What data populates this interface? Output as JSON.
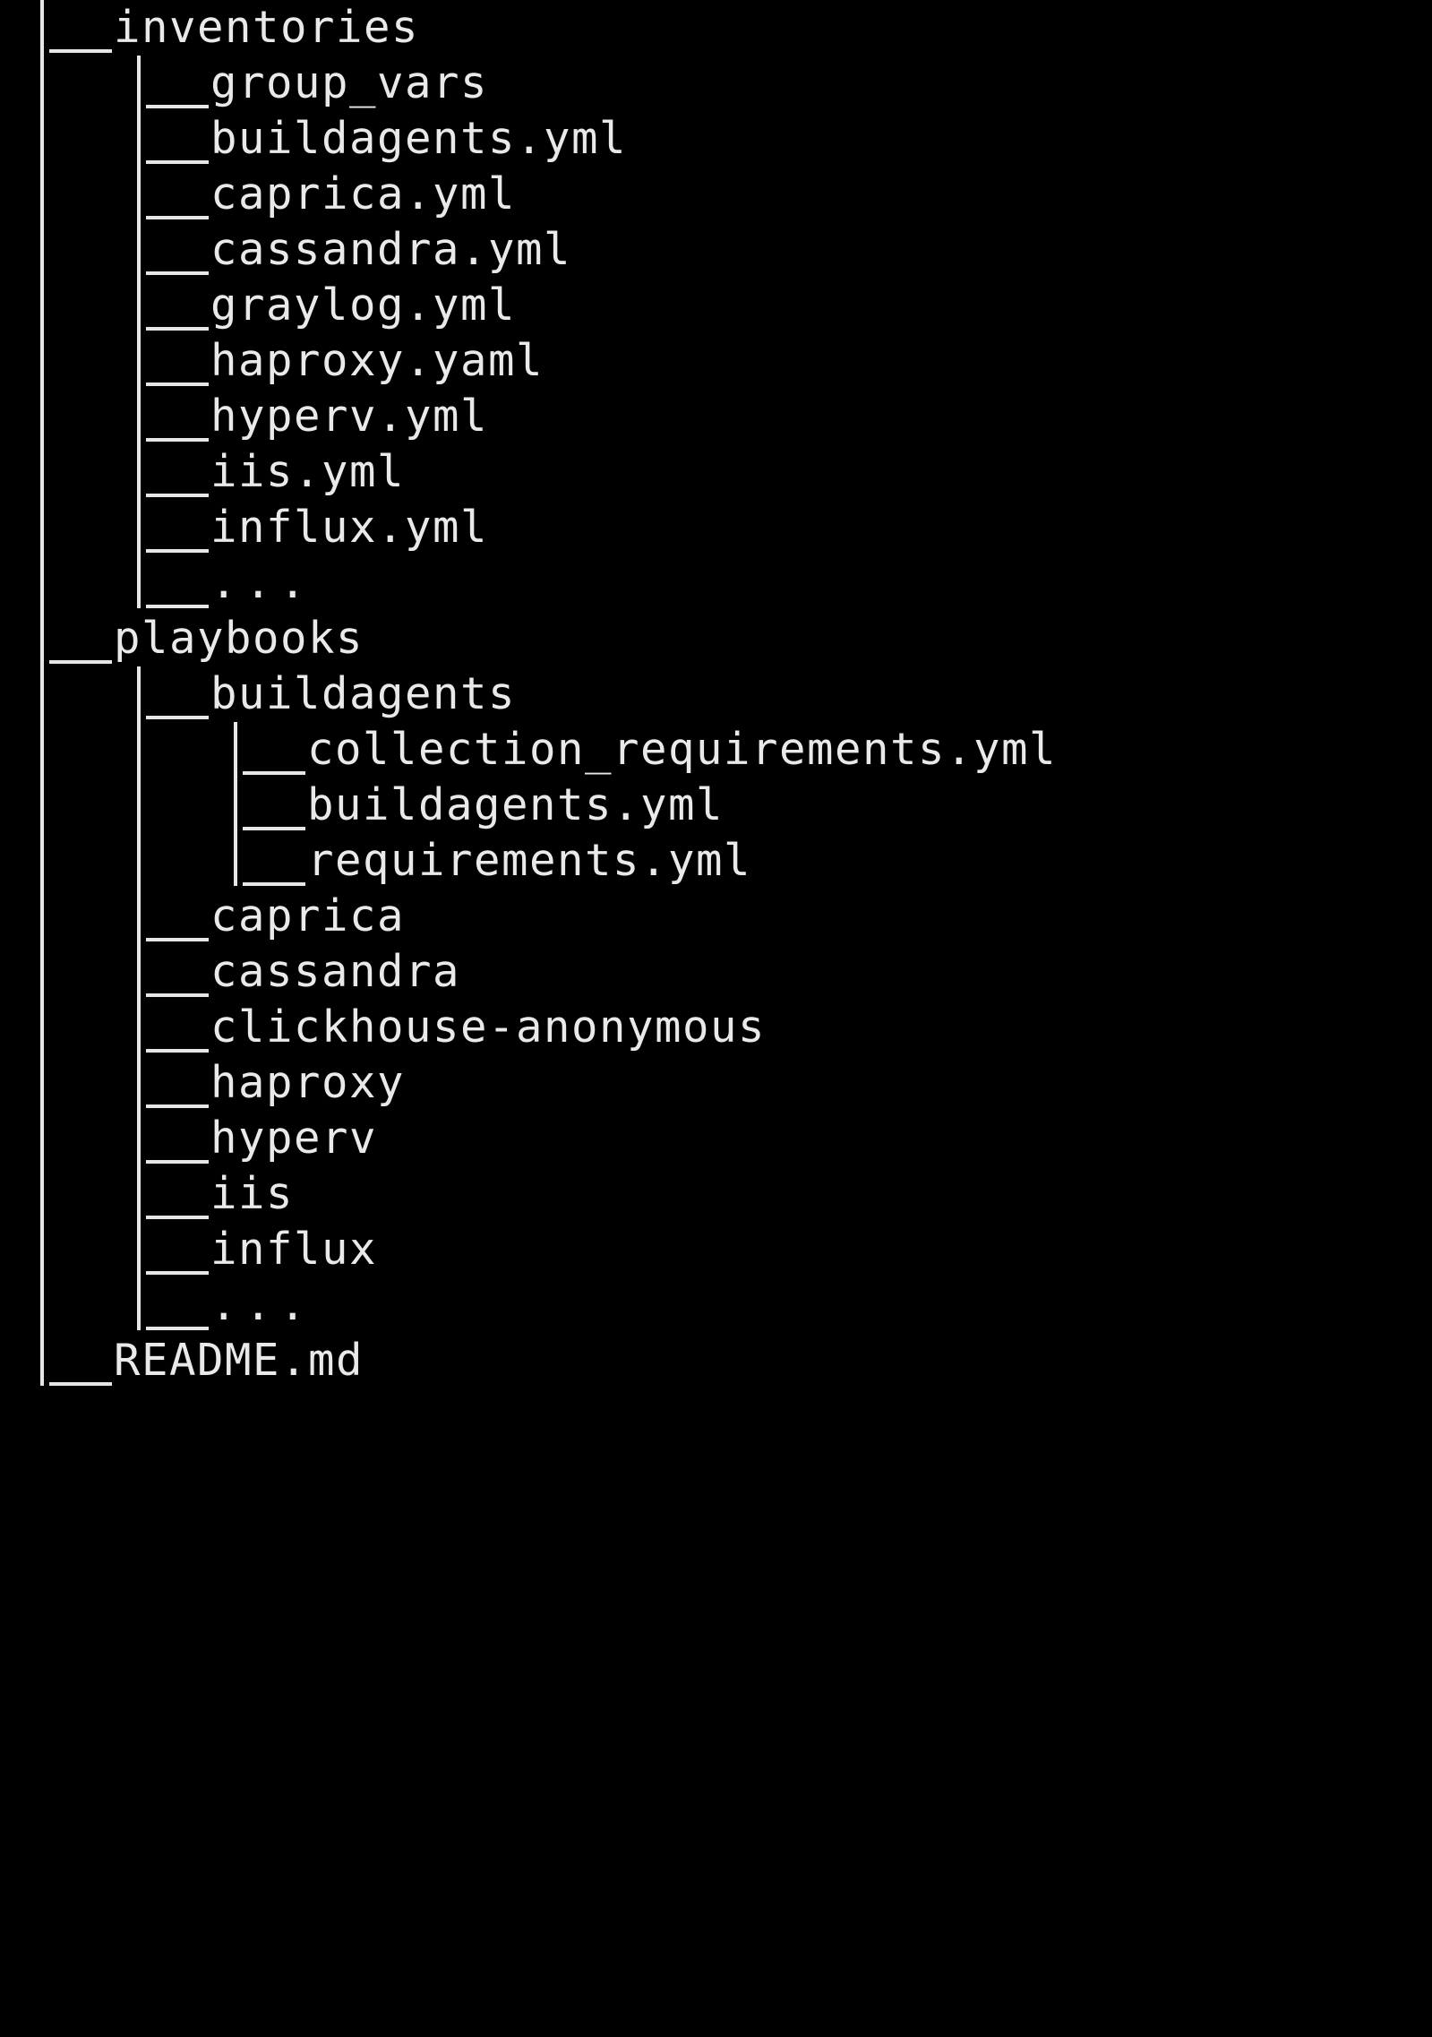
{
  "view": {
    "kind": "directory-tree-listing",
    "background_color": "#000000",
    "text_color": "#e9e9e9",
    "line_color": "#e6e6e6"
  },
  "tree": {
    "nodes": [
      {
        "label": "inventories",
        "depth": 0,
        "connector": "tee",
        "kind": "directory"
      },
      {
        "label": "group_vars",
        "depth": 1,
        "connector": "tee",
        "kind": "directory"
      },
      {
        "label": "buildagents.yml",
        "depth": 1,
        "connector": "tee",
        "kind": "file"
      },
      {
        "label": "caprica.yml",
        "depth": 1,
        "connector": "tee",
        "kind": "file"
      },
      {
        "label": "cassandra.yml",
        "depth": 1,
        "connector": "tee",
        "kind": "file"
      },
      {
        "label": "graylog.yml",
        "depth": 1,
        "connector": "tee",
        "kind": "file"
      },
      {
        "label": "haproxy.yaml",
        "depth": 1,
        "connector": "tee",
        "kind": "file"
      },
      {
        "label": "hyperv.yml",
        "depth": 1,
        "connector": "tee",
        "kind": "file"
      },
      {
        "label": "iis.yml",
        "depth": 1,
        "connector": "tee",
        "kind": "file"
      },
      {
        "label": "influx.yml",
        "depth": 1,
        "connector": "tee",
        "kind": "file"
      },
      {
        "label": "...",
        "depth": 1,
        "connector": "last",
        "kind": "ellipsis"
      },
      {
        "label": "playbooks",
        "depth": 0,
        "connector": "tee",
        "kind": "directory"
      },
      {
        "label": "buildagents",
        "depth": 1,
        "connector": "tee",
        "kind": "directory"
      },
      {
        "label": "collection_requirements.yml",
        "depth": 2,
        "connector": "tee",
        "kind": "file"
      },
      {
        "label": "buildagents.yml",
        "depth": 2,
        "connector": "tee",
        "kind": "file"
      },
      {
        "label": "requirements.yml",
        "depth": 2,
        "connector": "last",
        "kind": "file"
      },
      {
        "label": "caprica",
        "depth": 1,
        "connector": "tee",
        "kind": "directory"
      },
      {
        "label": "cassandra",
        "depth": 1,
        "connector": "tee",
        "kind": "directory"
      },
      {
        "label": "clickhouse-anonymous",
        "depth": 1,
        "connector": "tee",
        "kind": "directory"
      },
      {
        "label": "haproxy",
        "depth": 1,
        "connector": "tee",
        "kind": "directory"
      },
      {
        "label": "hyperv",
        "depth": 1,
        "connector": "tee",
        "kind": "directory"
      },
      {
        "label": "iis",
        "depth": 1,
        "connector": "tee",
        "kind": "directory"
      },
      {
        "label": "influx",
        "depth": 1,
        "connector": "tee",
        "kind": "directory"
      },
      {
        "label": "...",
        "depth": 1,
        "connector": "last",
        "kind": "ellipsis"
      },
      {
        "label": "README.md",
        "depth": 0,
        "connector": "last",
        "kind": "file"
      }
    ]
  }
}
